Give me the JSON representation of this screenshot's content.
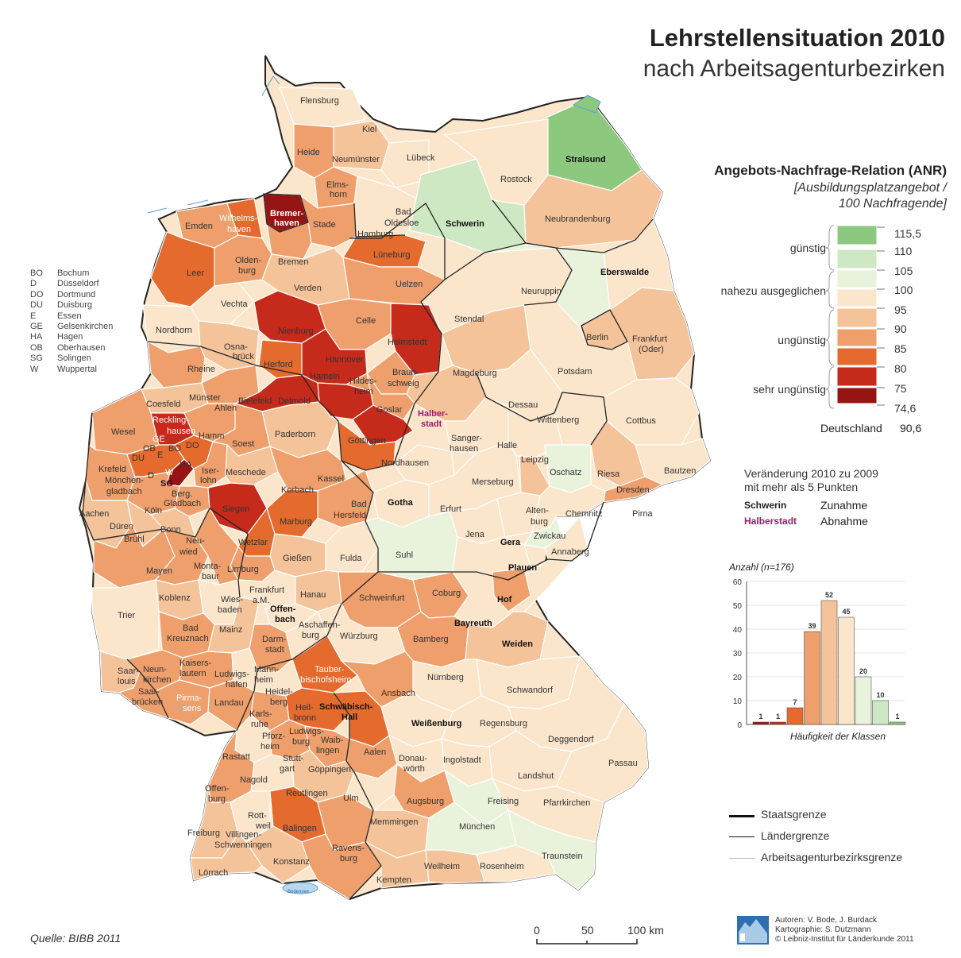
{
  "title": "Lehrstellensituation 2010",
  "subtitle": "nach Arbeitsagenturbezirken",
  "legend": {
    "title": "Angebots-Nachfrage-Relation (ANR)",
    "subtitle_line1": "[Ausbildungsplatzangebot /",
    "subtitle_line2": "100 Nachfragende]",
    "categories": [
      "günstig",
      "nahezu ausgeglichen",
      "ungünstig",
      "sehr ungünstig"
    ],
    "levels": [
      "115,5",
      "110",
      "105",
      "100",
      "95",
      "90",
      "85",
      "80",
      "75",
      "74,6"
    ],
    "colors": [
      "#8cc97f",
      "#cfe8c4",
      "#e9f3dc",
      "#fbe6cc",
      "#f5c399",
      "#ee9f6c",
      "#e46a2d",
      "#c52a1b",
      "#961414"
    ],
    "national_label": "Deutschland",
    "national_value": "90,6"
  },
  "change": {
    "title_line1": "Veränderung 2010 zu 2009",
    "title_line2": "mit mehr als 5 Punkten",
    "increase_example": "Schwerin",
    "increase_label": "Zunahme",
    "decrease_example": "Halberstadt",
    "decrease_label": "Abnahme"
  },
  "histogram": {
    "title": "Anzahl (n=176)",
    "xlabel": "Häufigkeit der Klassen",
    "yticks": [
      "0",
      "10",
      "20",
      "30",
      "40",
      "50",
      "60"
    ],
    "ymax": 60,
    "values": [
      1,
      1,
      7,
      39,
      52,
      45,
      20,
      10,
      1
    ],
    "value_labels": [
      "1",
      "1",
      "7",
      "39",
      "52",
      "45",
      "20",
      "10",
      "1"
    ]
  },
  "boundaries": {
    "state": "Staatsgrenze",
    "laender": "Ländergrenze",
    "bezirke": "Arbeitsagenturbezirksgrenze"
  },
  "abbreviations": [
    [
      "BO",
      "Bochum"
    ],
    [
      "D",
      "Düsseldorf"
    ],
    [
      "DO",
      "Dortmund"
    ],
    [
      "DU",
      "Duisburg"
    ],
    [
      "E",
      "Essen"
    ],
    [
      "GE",
      "Gelsenkirchen"
    ],
    [
      "HA",
      "Hagen"
    ],
    [
      "OB",
      "Oberhausen"
    ],
    [
      "SG",
      "Solingen"
    ],
    [
      "W",
      "Wuppertal"
    ]
  ],
  "scale": {
    "l0": "0",
    "l1": "50",
    "l2": "100 km"
  },
  "source": "Quelle: BIBB 2011",
  "credits": {
    "line1": "Autoren: V. Bode, J. Burdack",
    "line2": "Kartographie: S. Dutzmann",
    "line3": "© Leibniz-Institut für Länderkunde 2011"
  },
  "water_label": "Bodensee",
  "cities": {
    "flensburg": "Flensburg",
    "kiel": "Kiel",
    "heide": "Heide",
    "neumuenster": "Neumünster",
    "luebeck": "Lübeck",
    "stralsund": "Stralsund",
    "rostock": "Rostock",
    "schwerin": "Schwerin",
    "neubrandenburg": "Neubrandenburg",
    "elmshorn1": "Elms-",
    "elmshorn2": "horn",
    "bremerhaven1": "Bremer-",
    "bremerhaven2": "haven",
    "wilhelmshaven1": "Wilhelms-",
    "wilhelmshaven2": "haven",
    "emden": "Emden",
    "stade": "Stade",
    "badoldesloe1": "Bad",
    "badoldesloe2": "Oldesloe",
    "hamburg": "Hamburg",
    "oldenburg1": "Olden-",
    "oldenburg2": "burg",
    "bremen": "Bremen",
    "lueneburg": "Lüneburg",
    "leer": "Leer",
    "verden": "Verden",
    "uelzen": "Uelzen",
    "eberswalde": "Eberswalde",
    "neuruppin": "Neuruppin",
    "vechta": "Vechta",
    "nienburg": "Nienburg",
    "celle": "Celle",
    "helmstedt": "Helmstedt",
    "stendal": "Stendal",
    "nordhorn": "Nordhorn",
    "osnabrueck1": "Osna-",
    "osnabrueck2": "brück",
    "herford": "Herford",
    "hannover": "Hannover",
    "hameln": "Hameln",
    "hildesheim1": "Hildes-",
    "hildesheim2": "heim",
    "braunschweig1": "Braun-",
    "braunschweig2": "schweig",
    "magdeburg": "Magdeburg",
    "berlin": "Berlin",
    "frankfurtoder1": "Frankfurt",
    "frankfurtoder2": "(Oder)",
    "potsdam": "Potsdam",
    "rheine": "Rheine",
    "coesfeld": "Coesfeld",
    "muenster": "Münster",
    "ahlen": "Ahlen",
    "bielefeld": "Bielefeld",
    "detmold": "Detmold",
    "goslar": "Goslar",
    "halberstadt1": "Halber-",
    "halberstadt2": "stadt",
    "dessau": "Dessau",
    "wittenberg": "Wittenberg",
    "cottbus": "Cottbus",
    "wesel": "Wesel",
    "recklinghausen1": "Reckling-",
    "recklinghausen2": "hausen",
    "hamm": "Hamm",
    "paderborn": "Paderborn",
    "soest": "Soest",
    "goettingen": "Göttingen",
    "sangerhausen1": "Sanger-",
    "sangerhausen2": "hausen",
    "halle": "Halle",
    "leipzig": "Leipzig",
    "oschatz": "Oschatz",
    "bautzen": "Bautzen",
    "krefeld": "Krefeld",
    "moenchengladbach1": "Mönchen-",
    "moenchengladbach2": "gladbach",
    "iserlohn1": "Iser-",
    "iserlohn2": "lohn",
    "meschede": "Meschede",
    "kassel": "Kassel",
    "nordhausen": "Nordhausen",
    "merseburg": "Merseburg",
    "riesa": "Riesa",
    "dresden": "Dresden",
    "korbach": "Korbach",
    "berggladbach1": "Berg.",
    "berggladbach2": "Gladbach",
    "koeln": "Köln",
    "aachen": "Aachen",
    "siegen": "Siegen",
    "gotha": "Gotha",
    "erfurt": "Erfurt",
    "badhersfeld1": "Bad",
    "badhersfeld2": "Hersfeld",
    "chemnitz": "Chemnitz",
    "pirna": "Pirna",
    "altenburg1": "Alten-",
    "altenburg2": "burg",
    "zwickau": "Zwickau",
    "dueren": "Düren",
    "bonn": "Bonn",
    "marburg": "Marburg",
    "jena": "Jena",
    "gera": "Gera",
    "bruehl": "Brühl",
    "neuwied1": "Neu-",
    "neuwied2": "wied",
    "wetzlar": "Wetzlar",
    "suhl": "Suhl",
    "annaberg": "Annaberg",
    "giessen": "Gießen",
    "fulda": "Fulda",
    "plauen": "Plauen",
    "mayen": "Mayen",
    "montabaur1": "Monta-",
    "montabaur2": "baur",
    "limburg": "Limburg",
    "koblenz": "Koblenz",
    "wiesbaden1": "Wies-",
    "wiesbaden2": "baden",
    "frankfurt1": "Frankfurt",
    "frankfurt2": "a.M.",
    "hanau": "Hanau",
    "schweinfurt": "Schweinfurt",
    "coburg": "Coburg",
    "hof": "Hof",
    "offenbach1": "Offen-",
    "offenbach2": "bach",
    "trier": "Trier",
    "bayreuth": "Bayreuth",
    "badkreuznach1": "Bad",
    "badkreuznach2": "Kreuznach",
    "mainz": "Mainz",
    "aschaffenburg1": "Aschaffen-",
    "aschaffenburg2": "burg",
    "darmstadt1": "Darm-",
    "darmstadt2": "stadt",
    "wuerzburg": "Würzburg",
    "bamberg": "Bamberg",
    "weiden": "Weiden",
    "kaiserslautern1": "Kaisers-",
    "kaiserslautern2": "lautern",
    "saarlouis1": "Saar-",
    "saarlouis2": "louis",
    "neunkirchen1": "Neun-",
    "neunkirchen2": "kirchen",
    "ludwigshafen1": "Ludwigs-",
    "ludwigshafen2": "hafen",
    "mannheim1": "Mann-",
    "mannheim2": "heim",
    "tauberbischofsheim1": "Tauber-",
    "tauberbischofsheim2": "bischofsheim",
    "nuernberg": "Nürnberg",
    "saarbruecken1": "Saar-",
    "saarbruecken2": "brücken",
    "pirmasens1": "Pirma-",
    "pirmasens2": "sens",
    "landau": "Landau",
    "heidelberg1": "Heidel-",
    "heidelberg2": "berg",
    "ansbach": "Ansbach",
    "schwandorf": "Schwandorf",
    "schwaebischhall1": "Schwäbisch-",
    "schwaebischhall2": "Hall",
    "heilbronn1": "Heil-",
    "heilbronn2": "bronn",
    "karlsruhe1": "Karls-",
    "karlsruhe2": "ruhe",
    "weissenburg": "Weißenburg",
    "regensburg": "Regensburg",
    "pforzheim1": "Pforz-",
    "pforzheim2": "heim",
    "ludwigsburg1": "Ludwigs-",
    "ludwigsburg2": "burg",
    "waiblingen1": "Waib-",
    "waiblingen2": "lingen",
    "deggendorf": "Deggendorf",
    "aalen": "Aalen",
    "rastatt": "Rastatt",
    "stuttgart1": "Stutt-",
    "stuttgart2": "gart",
    "donauwoerth1": "Donau-",
    "donauwoerth2": "wörth",
    "ingolstadt": "Ingolstadt",
    "passau": "Passau",
    "goeppingen": "Göppingen",
    "nagold": "Nagold",
    "landshut": "Landshut",
    "offenburg1": "Offen-",
    "offenburg2": "burg",
    "reutlingen": "Reutlingen",
    "ulm": "Ulm",
    "augsburg": "Augsburg",
    "freising": "Freising",
    "pfarrkirchen": "Pfarrkirchen",
    "rottweil1": "Rott-",
    "rottweil2": "weil",
    "balingen": "Balingen",
    "memmingen": "Memmingen",
    "muenchen": "München",
    "freiburg": "Freiburg",
    "villingen1": "Villingen-",
    "villingen2": "Schwenningen",
    "traunstein": "Traunstein",
    "ravensburg1": "Ravens-",
    "ravensburg2": "burg",
    "konstanz": "Konstanz",
    "weilheim": "Weilheim",
    "rosenheim": "Rosenheim",
    "loerrach": "Lörrach",
    "kempten": "Kempten",
    "ab_ge": "GE",
    "ab_bo": "BO",
    "ab_do": "DO",
    "ab_ob": "OB",
    "ab_du": "DU",
    "ab_e": "E",
    "ab_ha": "HA",
    "ab_d": "D",
    "ab_w": "W",
    "ab_sg": "SG"
  }
}
